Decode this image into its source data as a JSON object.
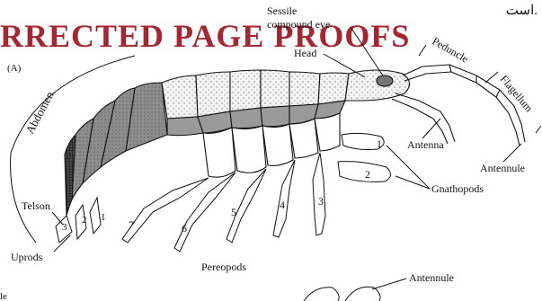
{
  "header_text": "است.",
  "watermark": "RRECTED PAGE PROOFS",
  "panel_label": "(A)",
  "labels": {
    "sessile": "Sessile",
    "compound_eye": "compound eye",
    "head": "Head",
    "peduncle": "Peduncle",
    "flagellum": "Flagellum",
    "abdomen": "Abdomen",
    "antenna": "Antenna",
    "antennule": "Antennule",
    "gnathopods": "Gnathopods",
    "telson": "Telson",
    "uropods": "Uprods",
    "pereopods": "Pereopods",
    "antennule_bottom": "Antennule",
    "cut_off_letter": "le"
  },
  "gnathopod_numbers": [
    "1",
    "2"
  ],
  "pereopod_numbers": [
    "3",
    "4",
    "5",
    "6",
    "7"
  ],
  "uropod_numbers": [
    "1",
    "2",
    "3"
  ],
  "colors": {
    "watermark": "#a52530",
    "shaded_segments": "#8a8a8a",
    "stippled_segments": "#e9e9e9",
    "ink": "#111111"
  }
}
